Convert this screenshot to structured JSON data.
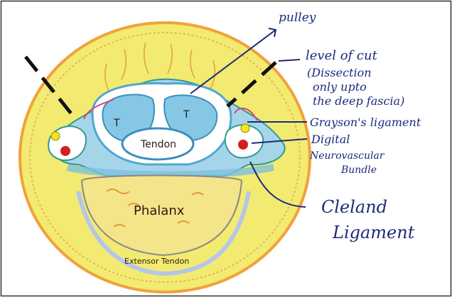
{
  "labels": {
    "T_left": "T",
    "T_right": "T",
    "tendon": "Tendon",
    "phalanx": "Phalanx",
    "extensor_tendon": "Extensor Tendon",
    "pulley": "pulley",
    "level_of_cut_1": "level of cut",
    "level_of_cut_2": "(Dissection",
    "level_of_cut_3": "only upto",
    "level_of_cut_4": "the deep fascia)",
    "graysons_ligament": "Grayson's ligament",
    "digital_nv_1": "Digital",
    "digital_nv_2": "Neurovascular",
    "digital_nv_3": "Bundle",
    "cleland_1": "Cleland",
    "cleland_2": "Ligament"
  },
  "colors": {
    "skin_fill": "#f3ea72",
    "skin_edge": "#f0a23a",
    "sheath": "#7cc1e0",
    "fascia_line": "#2f9a8a",
    "artery": "#d61e1e",
    "nerve": "#f2e61a",
    "ink": "#1c2a7a"
  }
}
